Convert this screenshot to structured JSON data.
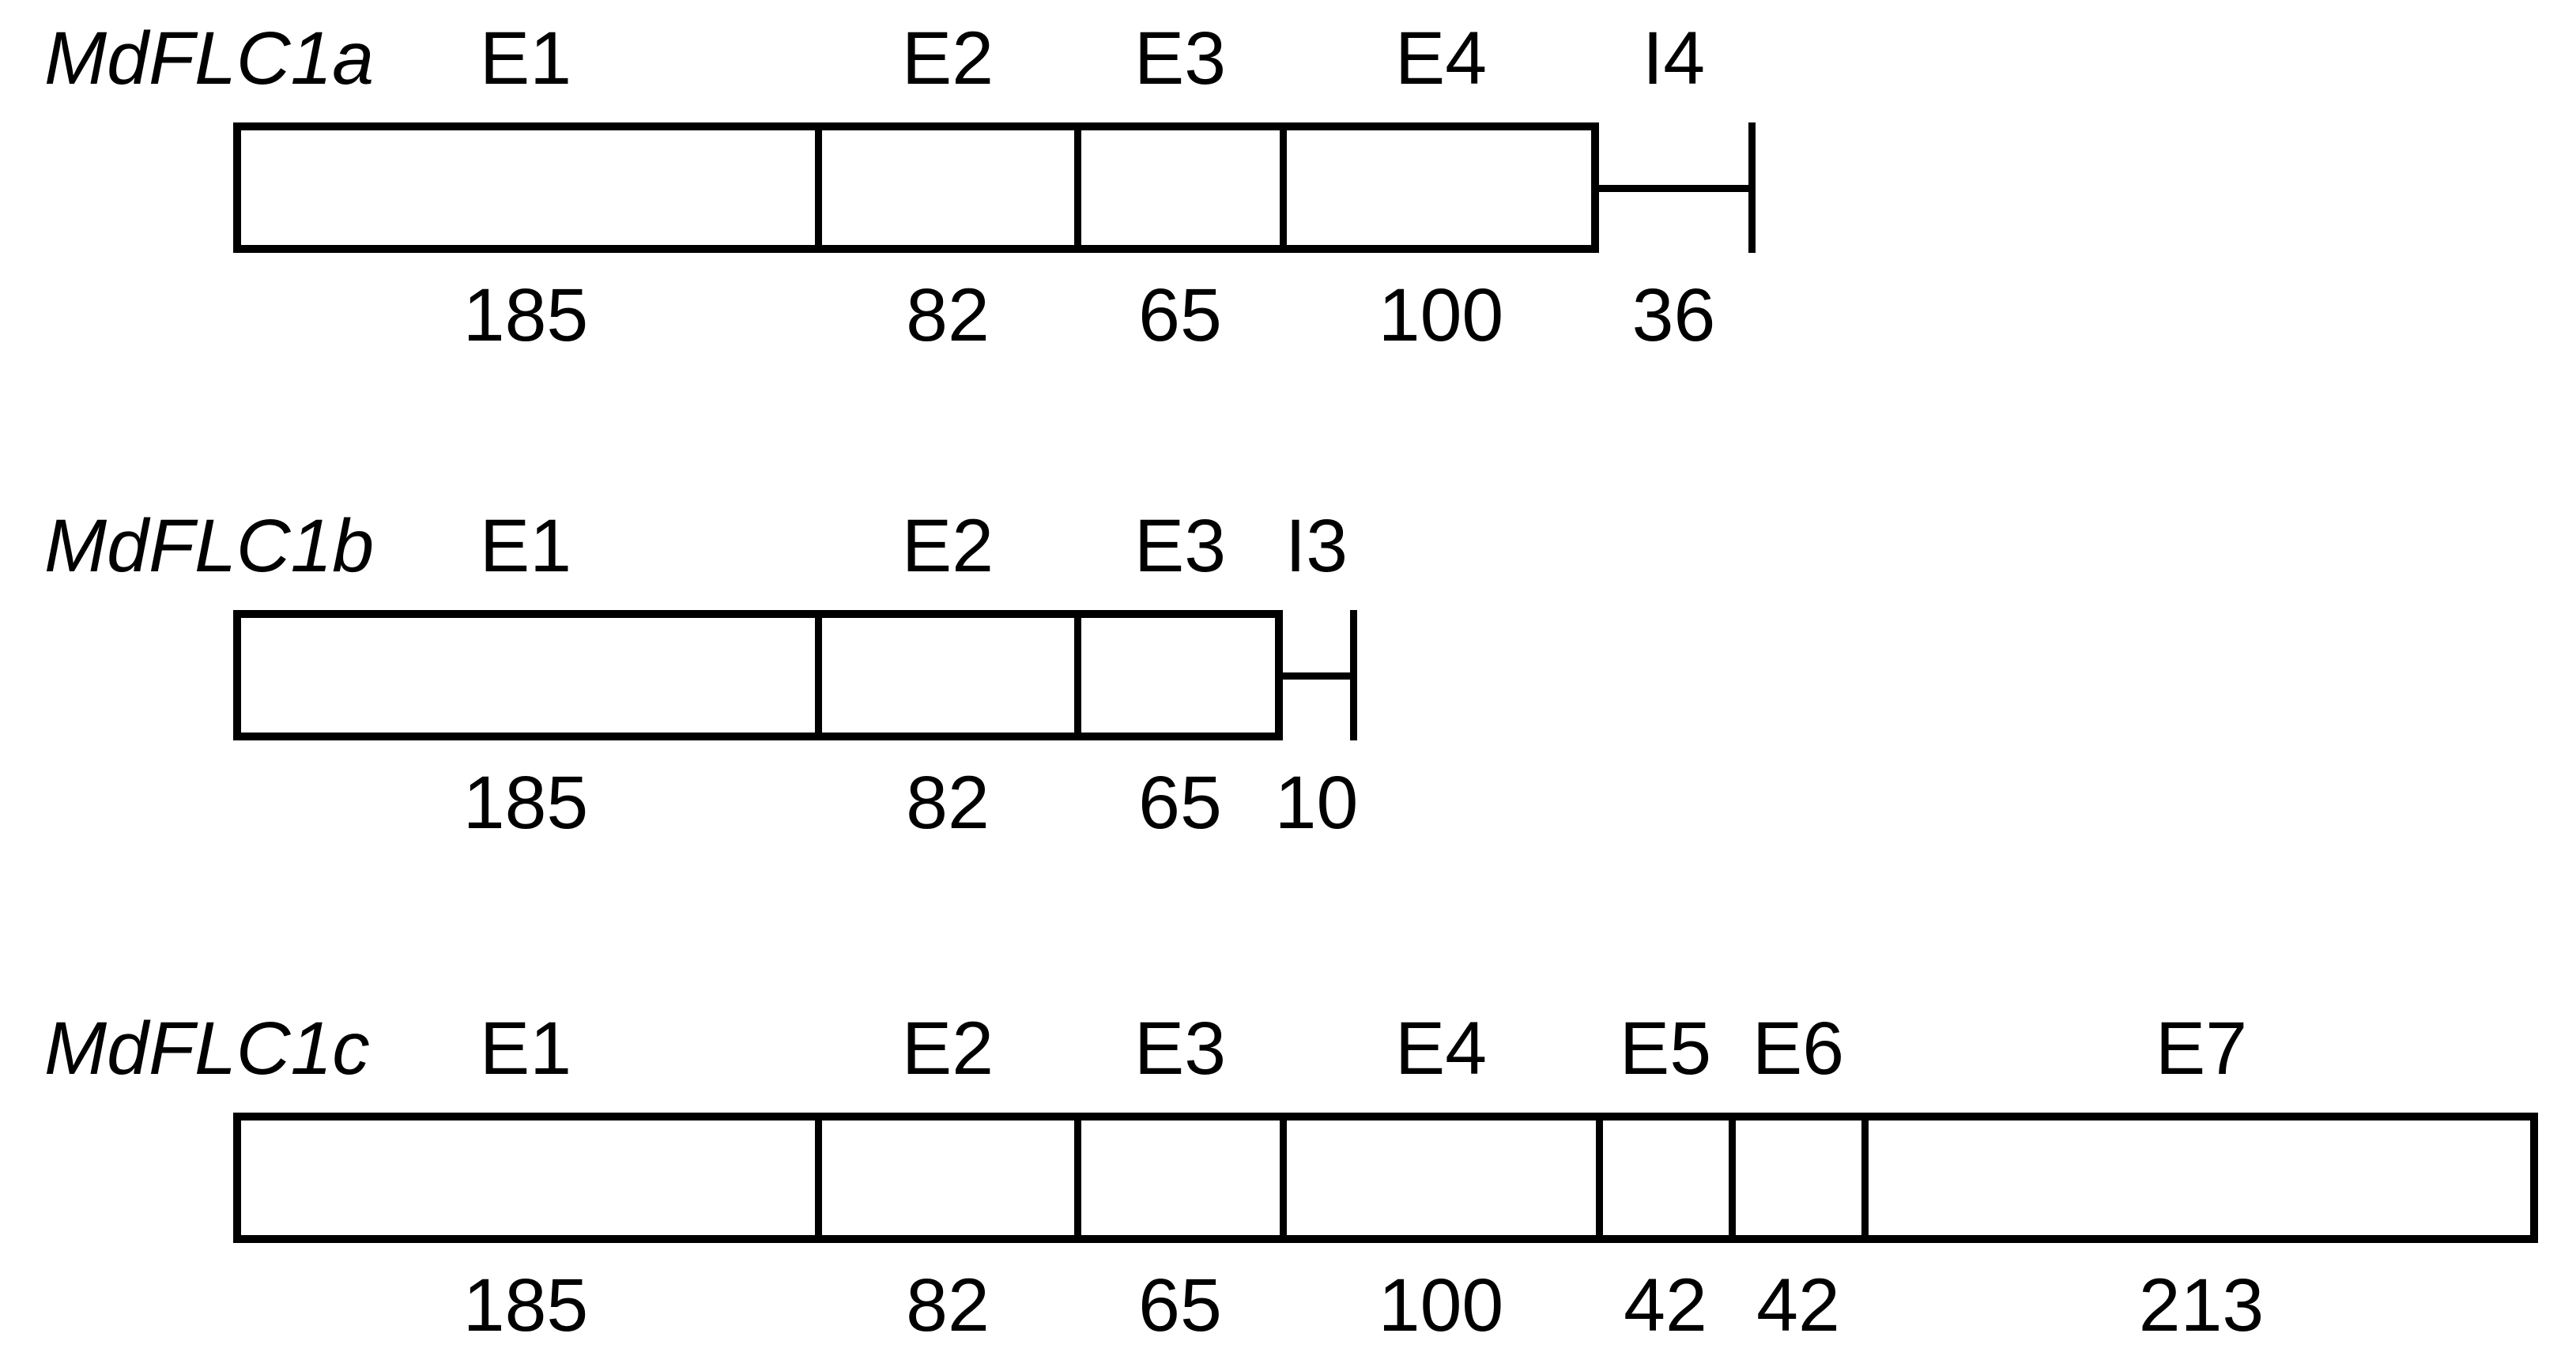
{
  "figure": {
    "background": "#ffffff",
    "ink": "#000000",
    "genes": [
      {
        "name": "MdFLC1a",
        "segments": [
          {
            "label": "E1",
            "length": 185,
            "type": "exon"
          },
          {
            "label": "E2",
            "length": 82,
            "type": "exon"
          },
          {
            "label": "E3",
            "length": 65,
            "type": "exon"
          },
          {
            "label": "E4",
            "length": 100,
            "type": "exon"
          },
          {
            "label": "I4",
            "length": 36,
            "type": "intron"
          }
        ]
      },
      {
        "name": "MdFLC1b",
        "segments": [
          {
            "label": "E1",
            "length": 185,
            "type": "exon"
          },
          {
            "label": "E2",
            "length": 82,
            "type": "exon"
          },
          {
            "label": "E3",
            "length": 65,
            "type": "exon"
          },
          {
            "label": "I3",
            "length": 10,
            "type": "intron"
          }
        ]
      },
      {
        "name": "MdFLC1c",
        "segments": [
          {
            "label": "E1",
            "length": 185,
            "type": "exon"
          },
          {
            "label": "E2",
            "length": 82,
            "type": "exon"
          },
          {
            "label": "E3",
            "length": 65,
            "type": "exon"
          },
          {
            "label": "E4",
            "length": 100,
            "type": "exon"
          },
          {
            "label": "E5",
            "length": 42,
            "type": "exon"
          },
          {
            "label": "E6",
            "length": 42,
            "type": "exon"
          },
          {
            "label": "E7",
            "length": 213,
            "type": "exon"
          }
        ]
      }
    ]
  }
}
